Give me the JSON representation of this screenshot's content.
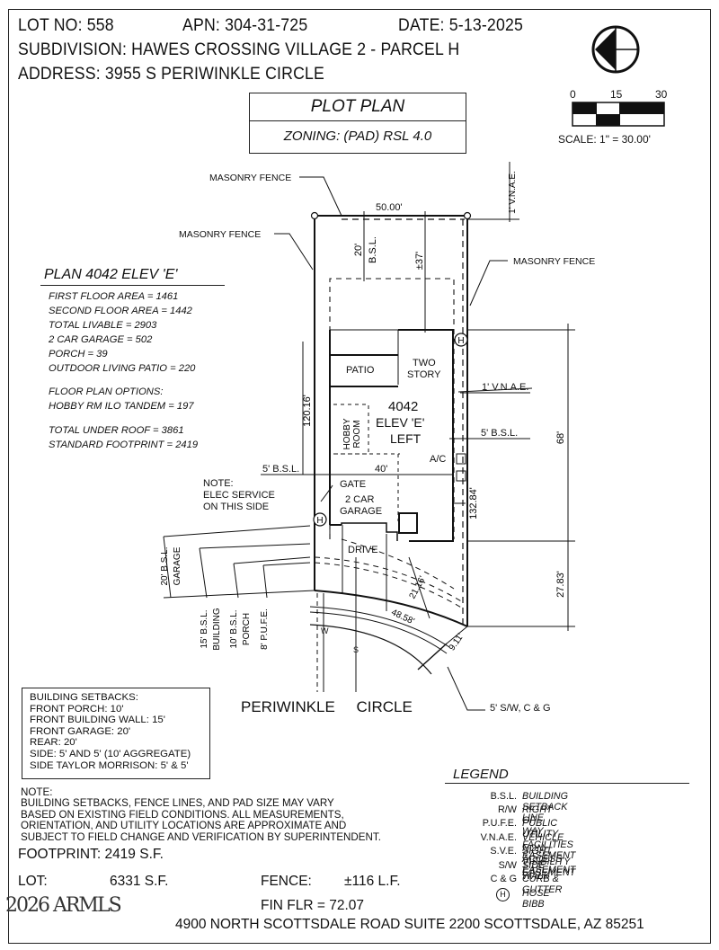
{
  "header": {
    "lot_no": "LOT NO: 558",
    "apn": "APN: 304-31-725",
    "date": "DATE: 5-13-2025",
    "subdivision": "SUBDIVISION: HAWES CROSSING VILLAGE 2 - PARCEL H",
    "address": "ADDRESS: 3955 S PERIWINKLE CIRCLE"
  },
  "title_block": {
    "title": "PLOT PLAN",
    "zoning": "ZONING: (PAD) RSL 4.0"
  },
  "scale_bar": {
    "ticks": [
      "0",
      "15",
      "30"
    ],
    "label": "SCALE: 1\" = 30.00'"
  },
  "north_arrow": {
    "icon": "north-arrow-icon"
  },
  "plan_info": {
    "heading": "PLAN 4042 ELEV 'E'",
    "lines": [
      "FIRST FLOOR AREA = 1461",
      "SECOND FLOOR AREA = 1442",
      "TOTAL LIVABLE = 2903",
      "2 CAR GARAGE = 502",
      "PORCH = 39",
      "OUTDOOR LIVING PATIO = 220",
      "FLOOR PLAN OPTIONS:",
      "HOBBY RM ILO TANDEM = 197",
      "TOTAL UNDER ROOF = 3861",
      "STANDARD FOOTPRINT = 2419"
    ]
  },
  "drawing": {
    "callouts": {
      "masonry_fence_top": "MASONRY FENCE",
      "masonry_fence_left": "MASONRY FENCE",
      "masonry_fence_right": "MASONRY FENCE",
      "vnae_top": "1' V.N.A.E.",
      "vnae_side": "1' V.N.A.E.",
      "bsl_right": "5' B.S.L.",
      "bsl_left": "5' B.S.L.",
      "elec_note_1": "NOTE:",
      "elec_note_2": "ELEC SERVICE",
      "elec_note_3": "ON THIS SIDE",
      "gate": "GATE",
      "sw_cg": "5' S/W, C & G"
    },
    "dimensions": {
      "rear_width": "50.00'",
      "rear_bsl": "20'",
      "rear_bsl_label": "B.S.L.",
      "depth_approx": "±37'",
      "left_side": "120.16'",
      "right_side": "132.84'",
      "house_depth": "68'",
      "front_depth": "27.83'",
      "garage_width": "40'",
      "drive_depth": "21.16'",
      "arc_length": "48.58'",
      "chord": "9.11'",
      "garage_bsl": "20' B.S.L.",
      "garage_bsl_sub": "GARAGE",
      "building_bsl": "15' B.S.L.",
      "building_bsl_sub": "BUILDING",
      "porch_bsl": "10' B.S.L.",
      "porch_bsl_sub": "PORCH",
      "pufe": "8' P.U.F.E."
    },
    "rooms": {
      "patio": "PATIO",
      "two_story_1": "TWO",
      "two_story_2": "STORY",
      "plan_1": "4042",
      "plan_2": "ELEV 'E'",
      "plan_3": "LEFT",
      "hobby_1": "HOBBY",
      "hobby_2": "ROOM",
      "ac": "A/C",
      "garage_1": "2 CAR",
      "garage_2": "GARAGE",
      "drive": "DRIVE"
    },
    "utility_labels": {
      "water": "W",
      "sewer": "S"
    },
    "hose_bibb_symbol": "H",
    "street": "PERIWINKLE     CIRCLE"
  },
  "setbacks": {
    "lines": [
      "BUILDING SETBACKS:",
      "FRONT PORCH: 10'",
      "FRONT BUILDING WALL: 15'",
      "FRONT GARAGE: 20'",
      "REAR: 20'",
      "SIDE: 5' AND 5' (10' AGGREGATE)",
      "SIDE TAYLOR MORRISON: 5' & 5'"
    ]
  },
  "note": {
    "lines": [
      "NOTE:",
      "BUILDING SETBACKS, FENCE LINES, AND PAD SIZE MAY VARY",
      "BASED ON EXISTING FIELD CONDITIONS.  ALL MEASUREMENTS,",
      "ORIENTATION, AND UTILITY LOCATIONS ARE APPROXIMATE AND",
      "SUBJECT TO FIELD CHANGE AND VERIFICATION BY SUPERINTENDENT."
    ]
  },
  "summary": {
    "footprint": "FOOTPRINT: 2419 S.F.",
    "lot_label": "LOT:",
    "lot_value": "6331 S.F.",
    "fence_label": "FENCE:",
    "fence_value": "±116 L.F.",
    "fin_flr": "FIN FLR =  72.07",
    "address_line": "4900 NORTH SCOTTSDALE ROAD SUITE 2200 SCOTTSDALE, AZ  85251"
  },
  "legend": {
    "title": "LEGEND",
    "items": [
      {
        "abbr": "B.S.L.",
        "def": "BUILDING SETBACK LINE"
      },
      {
        "abbr": "R/W",
        "def": "RIGHT OF WAY"
      },
      {
        "abbr": "P.U.F.E.",
        "def": "PUBLIC UTILITY FACILITIES EASEMENT"
      },
      {
        "abbr": "V.N.A.E.",
        "def": "VEHICLE NON-ACCESS EASEMENT"
      },
      {
        "abbr": "S.V.E.",
        "def": "SIGHT VISIBILITY EASEMENT"
      },
      {
        "abbr": "S/W",
        "def": "SIDE WALK"
      },
      {
        "abbr": "C & G",
        "def": "CURB & GUTTER"
      },
      {
        "abbr": "H",
        "def": "HOSE BIBB"
      }
    ]
  },
  "watermark": "2026 ARMLS"
}
